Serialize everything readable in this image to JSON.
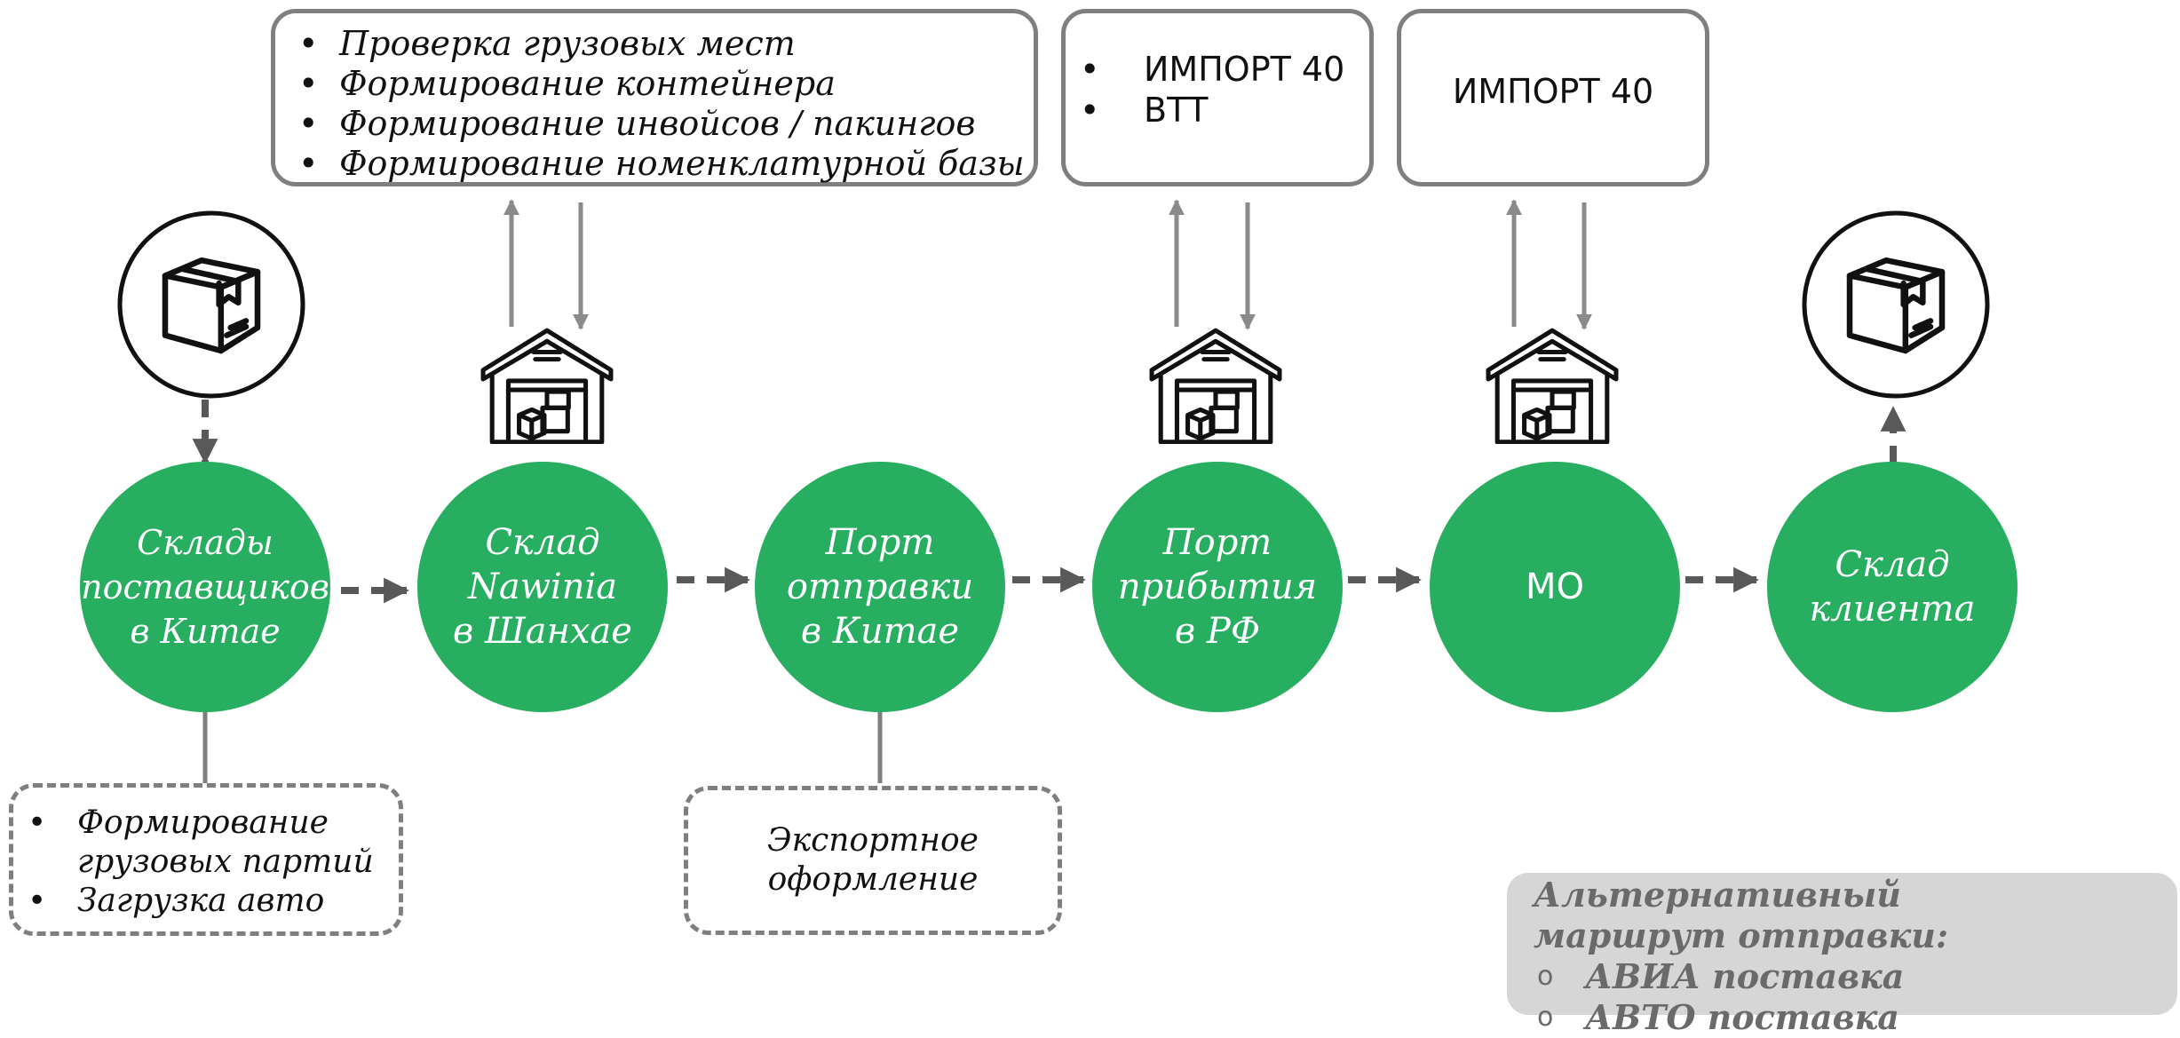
{
  "nodes": [
    {
      "id": "supplier-warehouses",
      "label": "Склады\nпоставщиков\nв Китае"
    },
    {
      "id": "nawinia-warehouse",
      "label": "Склад\nNawinia\nв Шанхае"
    },
    {
      "id": "departure-port",
      "label": "Порт\nотправки\nв Китае"
    },
    {
      "id": "arrival-port",
      "label": "Порт\nприбытия\nв РФ"
    },
    {
      "id": "mo",
      "label": "МО"
    },
    {
      "id": "client-warehouse",
      "label": "Склад\nклиента"
    }
  ],
  "top_boxes": {
    "nawinia": {
      "items": [
        "Проверка грузовых мест",
        "Формирование контейнера",
        "Формирование инвойсов / пакингов",
        "Формирование номенклатурной базы"
      ]
    },
    "arrival_port": {
      "items": [
        "ИМПОРТ 40",
        "ВТТ"
      ]
    },
    "mo": {
      "text": "ИМПОРТ 40"
    }
  },
  "bottom_boxes": {
    "supplier": {
      "items": [
        "Формирование грузовых партий",
        "Загрузка авто"
      ]
    },
    "departure_port": {
      "text": "Экспортное оформление"
    }
  },
  "alternative_route": {
    "title": "Альтернативный маршрут отправки:",
    "items": [
      "АВИА поставка",
      "АВТО поставка"
    ]
  },
  "icons": {
    "package": "package-box-icon",
    "warehouse": "warehouse-icon"
  },
  "colors": {
    "node": "#27ae60",
    "connector": "#7f7f7f",
    "dashed_arrow": "#595959",
    "alt_box": "#d6d6d6"
  }
}
